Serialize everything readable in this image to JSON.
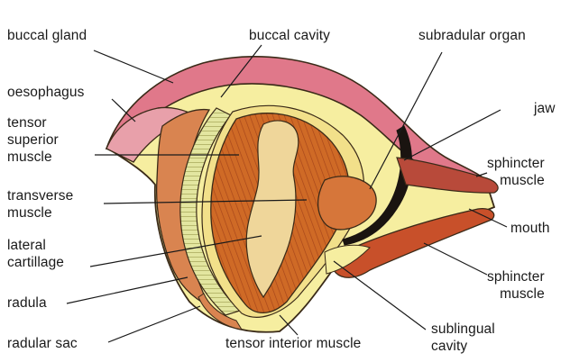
{
  "labels": {
    "buccal_gland": "buccal gland",
    "buccal_cavity": "buccal cavity",
    "subradular_organ": "subradular organ",
    "oesophagus": "oesophagus",
    "jaw": "jaw",
    "tensor_superior_muscle": [
      "tensor",
      "superior",
      "muscle"
    ],
    "sphincter_muscle_top": [
      "sphincter",
      "muscle"
    ],
    "transverse_muscle": [
      "transverse",
      "muscle"
    ],
    "mouth": "mouth",
    "lateral_cartillage": [
      "lateral",
      "cartillage"
    ],
    "sphincter_muscle_bottom": [
      "sphincter",
      "muscle"
    ],
    "radula": "radula",
    "sublingual_cavity": [
      "sublingual",
      "cavity"
    ],
    "radular_sac": "radular sac",
    "tensor_interior_muscle": "tensor interior muscle"
  },
  "colors": {
    "pink": "#e0788a",
    "cream": "#f6eea0",
    "muscle": "#cf6a26",
    "muscle_dark": "#a8471a",
    "cartilage": "#efd69a",
    "mouth_red": "#c8502a",
    "jaw_black": "#1a1410",
    "radula_band": "#e3e6a0"
  }
}
